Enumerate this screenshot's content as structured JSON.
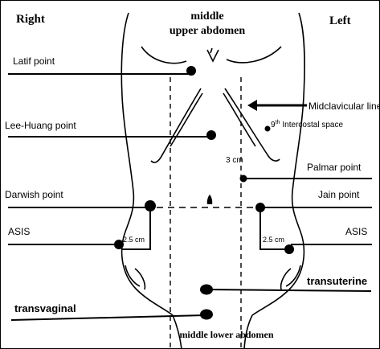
{
  "header": {
    "right_label": "Right",
    "left_label": "Left",
    "top_center_line1": "middle",
    "top_center_line2": "upper abdomen"
  },
  "labels": {
    "latif_point": "Latif point",
    "lee_huang_point": "Lee-Huang point",
    "darwish_point": "Darwish point",
    "asis_right": "ASIS",
    "asis_left": "ASIS",
    "midclavicular_line": "Midclavicular line",
    "ninth_intercostal_superscript": "th",
    "ninth_intercostal_num": "9",
    "ninth_intercostal_text": "Intercostal space",
    "three_cm": "3 cm",
    "palmar_point": "Palmar point",
    "jain_point": "Jain point",
    "two_five_cm_right": "2.5 cm",
    "two_five_cm_left": "2.5 cm",
    "transuterine": "transuterine",
    "transvaginal": "transvaginal",
    "bottom_center": "middle lower abdomen"
  }
}
